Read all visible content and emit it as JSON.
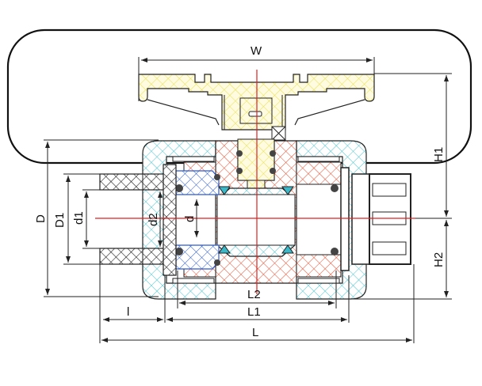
{
  "diagram": {
    "title": "True union ball valve cross-section with dimensions",
    "dimensions": {
      "W": "W",
      "H1": "H1",
      "H2": "H2",
      "D": "D",
      "D1": "D1",
      "d1": "d1",
      "d2": "d2",
      "d": "d",
      "L2": "L2",
      "L1": "L1",
      "l": "l",
      "L": "L"
    },
    "colors": {
      "handle": "#e8e04a",
      "body": "#e84a2a",
      "union_nut": "#4ac4d0",
      "ball_insert": "#2a5ad0",
      "seat": "#3ab8c8",
      "end_connector": "#111111",
      "centerline": "#e02020",
      "frame": "#111111"
    },
    "parts": [
      "handle",
      "stem",
      "body",
      "ball",
      "seats",
      "union nuts",
      "end connectors",
      "o-rings",
      "carrier",
      "socket end"
    ]
  }
}
